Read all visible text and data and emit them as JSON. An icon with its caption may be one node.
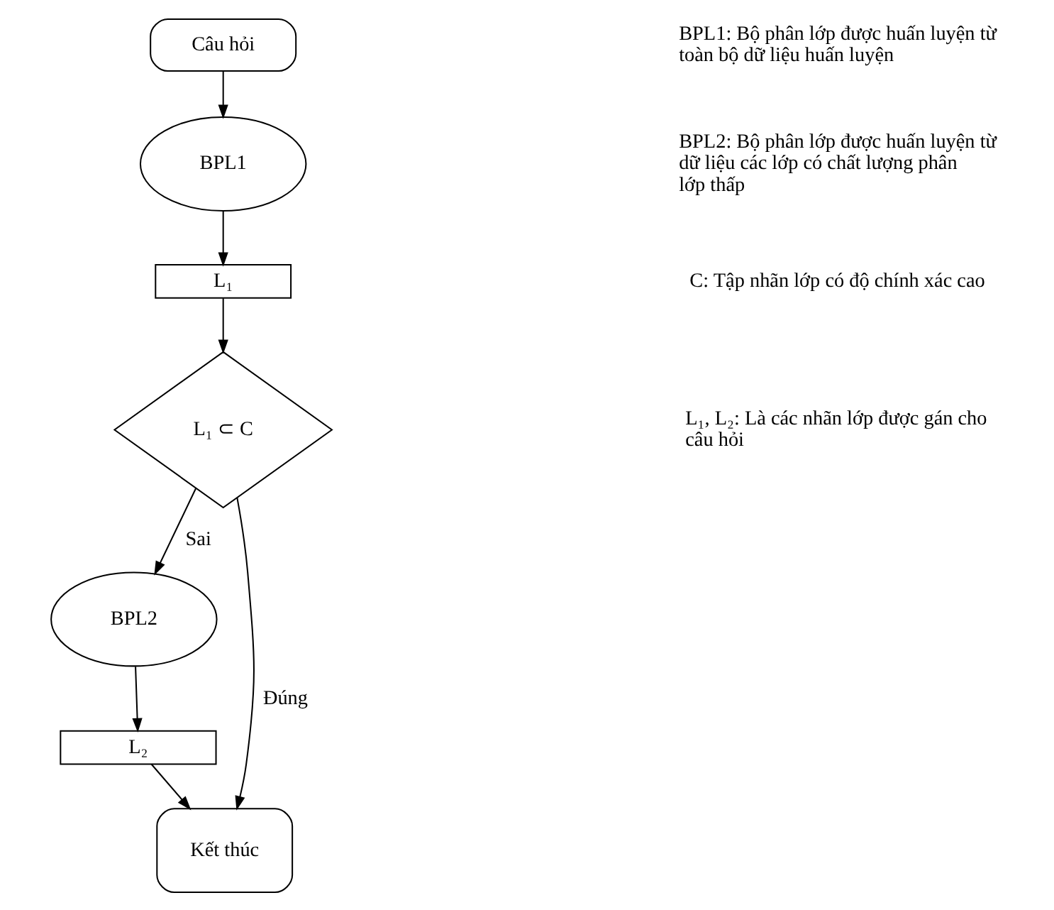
{
  "diagram": {
    "nodes": [
      {
        "text": [
          "Câu hỏi"
        ]
      },
      {
        "text": [
          "BPL1"
        ]
      },
      {
        "text": [
          "L₁"
        ]
      },
      {
        "text": [
          "L₁ ⊂ C"
        ]
      },
      {
        "text": [
          "BPL2"
        ]
      },
      {
        "text": [
          "L₂"
        ]
      },
      {
        "text": [
          "Kết thúc"
        ]
      }
    ],
    "edges": [
      {
        "from": 0,
        "to": 1,
        "arrow": "to"
      },
      {
        "from": 1,
        "to": 2,
        "arrow": "to"
      },
      {
        "from": 2,
        "to": 3,
        "arrow": "to"
      },
      {
        "from": 3,
        "to": 6,
        "arrow": "to",
        "label": "Đúng"
      },
      {
        "from": 3,
        "to": 4,
        "arrow": "to",
        "label": "Sai"
      },
      {
        "from": 4,
        "to": 5,
        "arrow": "to"
      },
      {
        "from": 5,
        "to": 6,
        "arrow": "to"
      }
    ],
    "labels": [
      "BPL1: Bộ phân lớp được huấn luyện từ toàn bộ dữ liệu huấn luyện",
      "BPL2: Bộ phân lớp được huấn luyện từ dữ liệu các lớp có chất lượng phân lớp thấp",
      "C: Tập nhãn lớp có độ chính xác cao",
      "L₁, L₂: Là các nhãn lớp được gán cho câu hỏi"
    ]
  }
}
